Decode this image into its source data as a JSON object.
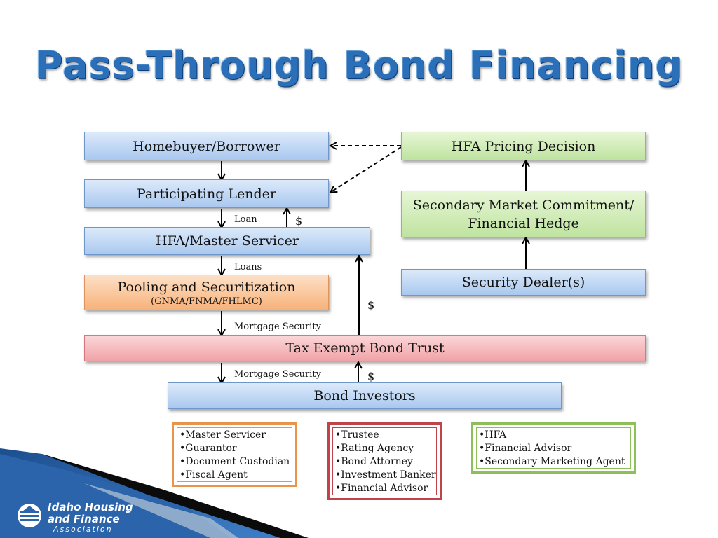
{
  "title": "Pass-Through Bond Financing",
  "boxes": {
    "homebuyer": "Homebuyer/Borrower",
    "lender": "Participating Lender",
    "servicer": "HFA/Master Servicer",
    "pooling": "Pooling and Securitization",
    "pooling_sub": "(GNMA/FNMA/FHLMC)",
    "trust": "Tax Exempt Bond Trust",
    "investors": "Bond Investors",
    "pricing": "HFA Pricing Decision",
    "secondary_line1": "Secondary Market Commitment/",
    "secondary_line2": "Financial Hedge",
    "dealer": "Security Dealer(s)"
  },
  "labels": {
    "loan": "Loan",
    "loans": "Loans",
    "mortgage_security_1": "Mortgage Security",
    "mortgage_security_2": "Mortgage Security",
    "dollar": "$"
  },
  "lists": {
    "orange": [
      "•Master Servicer",
      "•Guarantor",
      "•Document Custodian",
      "•Fiscal Agent"
    ],
    "red": [
      "•Trustee",
      "•Rating Agency",
      "•Bond Attorney",
      "•Investment Banker",
      "•Financial Advisor"
    ],
    "green": [
      "•HFA",
      "•Financial Advisor",
      "•Secondary Marketing Agent"
    ]
  },
  "logo": {
    "line1": "Idaho Housing",
    "line2": "and Finance",
    "line3": "Association"
  },
  "colors": {
    "title": "#2a6fb8",
    "blue_box": "#a9c8ef",
    "green_box": "#bfe3a0",
    "orange_box": "#f7b27a",
    "red_box": "#f0a3a7",
    "orange_border": "#e8944a",
    "red_border": "#c0434a",
    "green_border": "#8dc05a"
  }
}
